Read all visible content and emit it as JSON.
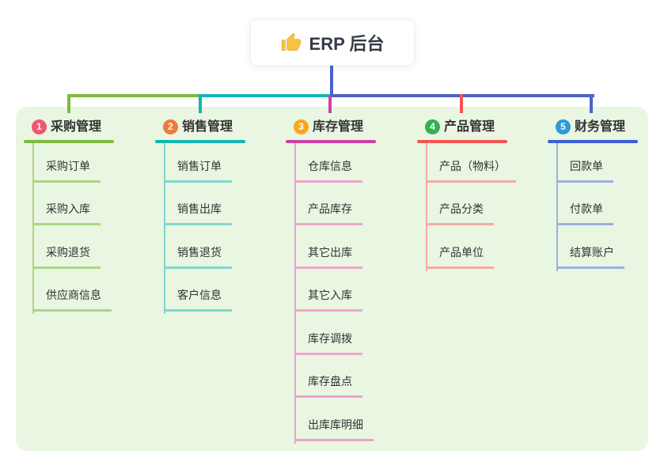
{
  "root": {
    "label": "ERP 后台",
    "icon": "thumbs-up-icon"
  },
  "colors": {
    "panel_background": "#e9f6e2",
    "root_connector": "#4c63c9",
    "text": "#333333"
  },
  "branches": [
    {
      "index": "1",
      "label": "采购管理",
      "badge_color": "#f2566f",
      "line_color": "#7cba3f",
      "child_line_color": "#acd680",
      "children": [
        "采购订单",
        "采购入库",
        "采购退货",
        "供应商信息"
      ]
    },
    {
      "index": "2",
      "label": "销售管理",
      "badge_color": "#f2793b",
      "line_color": "#13b5b1",
      "child_line_color": "#82d6cf",
      "children": [
        "销售订单",
        "销售出库",
        "销售退货",
        "客户信息"
      ]
    },
    {
      "index": "3",
      "label": "库存管理",
      "badge_color": "#f9a71f",
      "line_color": "#cf3fa6",
      "child_line_color": "#f0a3ce",
      "children": [
        "仓库信息",
        "产品库存",
        "其它出库",
        "其它入库",
        "库存调拨",
        "库存盘点",
        "出库库明细"
      ]
    },
    {
      "index": "4",
      "label": "产品管理",
      "badge_color": "#33b151",
      "line_color": "#f4534f",
      "child_line_color": "#f9a8a3",
      "children": [
        "产品（物料）",
        "产品分类",
        "产品单位"
      ]
    },
    {
      "index": "5",
      "label": "财务管理",
      "badge_color": "#2c9bd6",
      "line_color": "#3e5ed6",
      "child_line_color": "#9cafe0",
      "children": [
        "回款单",
        "付款单",
        "结算账户"
      ]
    }
  ]
}
